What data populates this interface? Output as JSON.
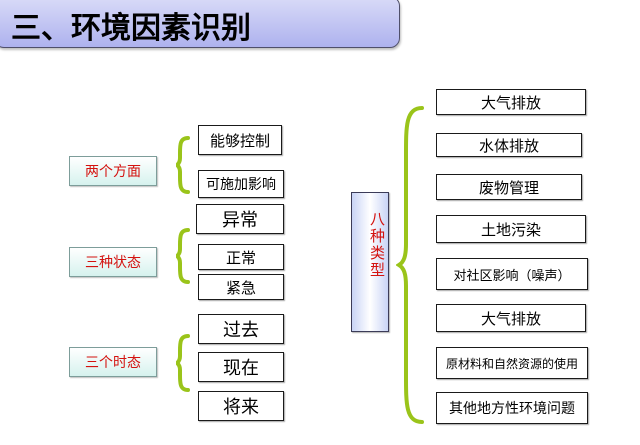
{
  "title": "三、环境因素识别",
  "groups": [
    {
      "label": "两个方面",
      "items": [
        "能够控制",
        "可施加影响"
      ]
    },
    {
      "label": "三种状态",
      "items": [
        "异常",
        "正常",
        "紧急"
      ]
    },
    {
      "label": "三个时态",
      "items": [
        "过去",
        "现在",
        "将来"
      ]
    }
  ],
  "eight_types": {
    "label": "八种类型",
    "items": [
      "大气排放",
      "水体排放",
      "废物管理",
      "土地污染",
      "对社区影响（噪声）",
      "大气排放",
      "原材料和自然资源的使用",
      "其他地方性环境问题"
    ]
  },
  "colors": {
    "category_text": "#d4120f",
    "brace": "#9ac41a",
    "title_bg": "#b7bbf0"
  }
}
